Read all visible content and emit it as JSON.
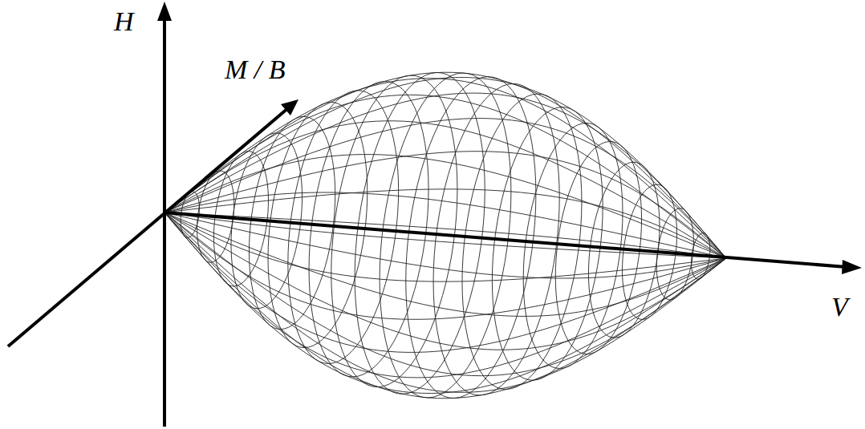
{
  "diagram": {
    "labels": [
      "H",
      "M / B",
      "V"
    ]
  }
}
